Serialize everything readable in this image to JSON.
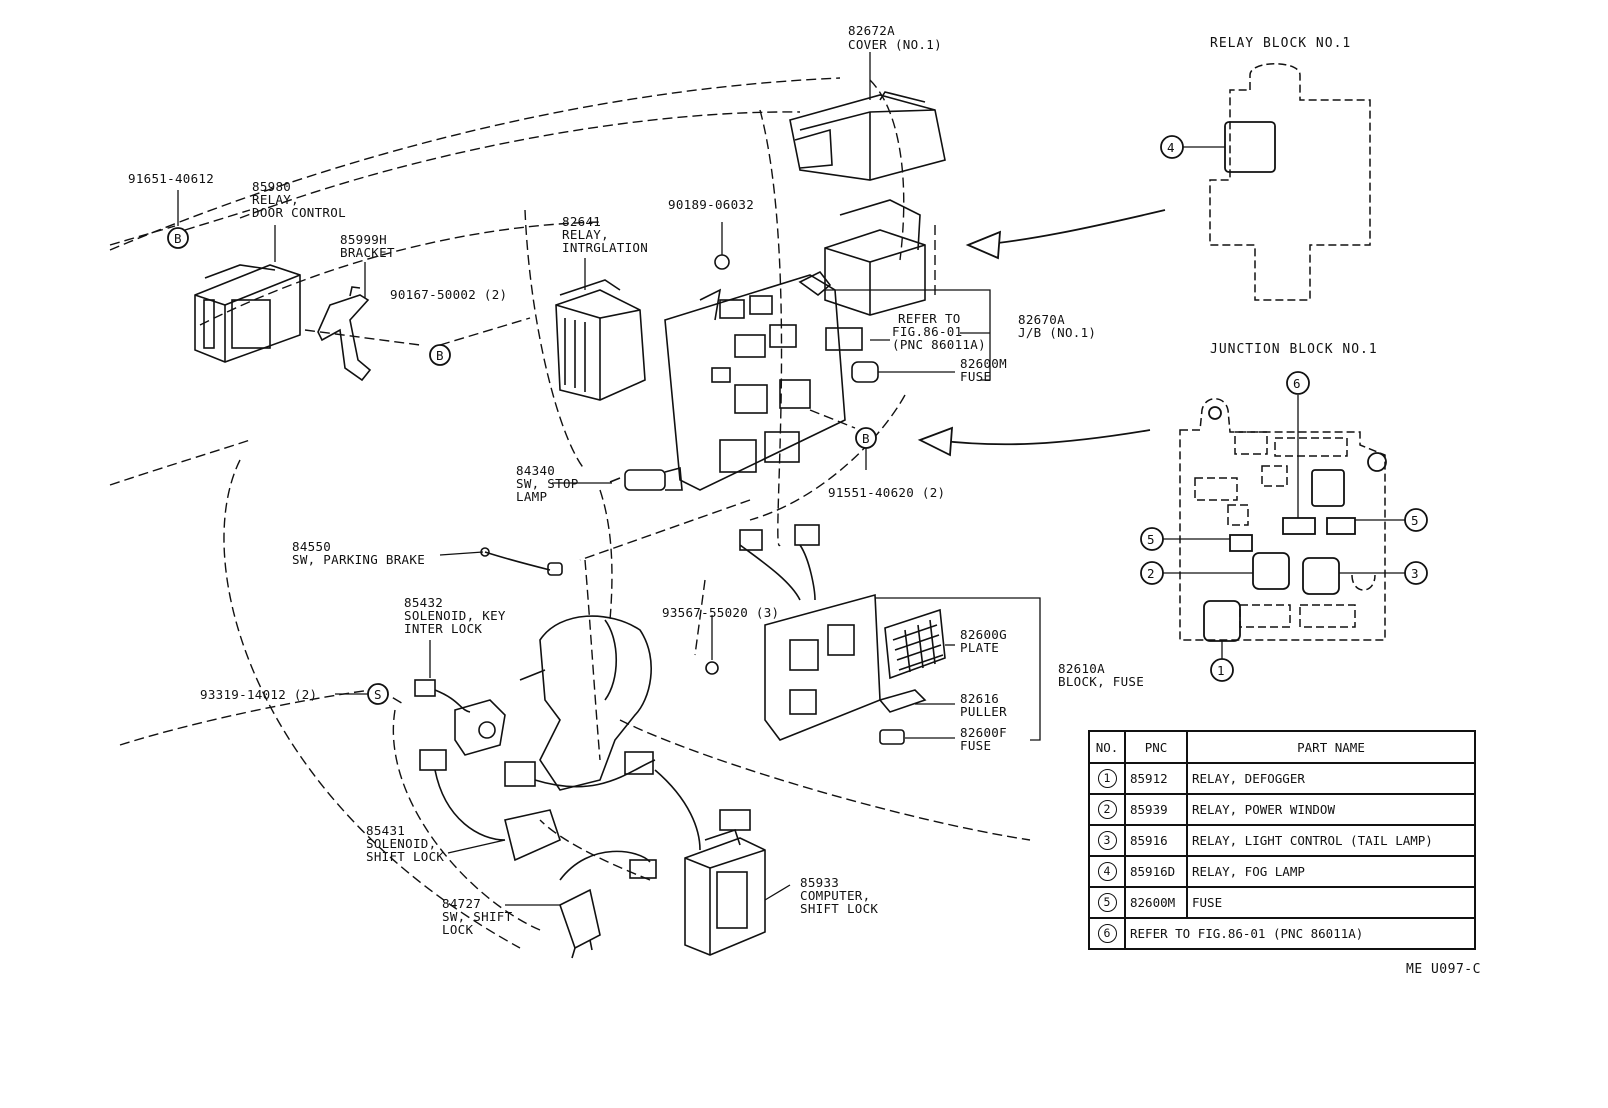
{
  "relay_block": {
    "title": "RELAY BLOCK NO.1",
    "callouts": [
      "4"
    ]
  },
  "junction_block": {
    "title": "JUNCTION BLOCK NO.1",
    "callouts": [
      "6",
      "5",
      "5",
      "2",
      "3",
      "1"
    ]
  },
  "labels": {
    "cover_no": "82672A",
    "cover_name": "COVER (NO.1)",
    "bolt1_no": "91651-40612",
    "door_relay_no": "85980",
    "door_relay_name1": "RELAY,",
    "door_relay_name2": "DOOR CONTROL",
    "bracket_no": "85999H",
    "bracket_name": "BRACKET",
    "screw_no": "90167-50002 (2)",
    "intrg_relay_no": "82641",
    "intrg_relay_name1": "RELAY,",
    "intrg_relay_name2": "INTRGLATION",
    "clip_no": "90189-06032",
    "refer1": "REFER TO",
    "refer2": "FIG.86-01",
    "refer3": "(PNC 86011A)",
    "jb_no": "82670A",
    "jb_name": "J/B (NO.1)",
    "fuse_m_no": "82600M",
    "fuse_m_name": "FUSE",
    "stop_sw_no": "84340",
    "stop_sw_name1": "SW, STOP",
    "stop_sw_name2": "LAMP",
    "bolt2_no": "91551-40620 (2)",
    "park_sw_no": "84550",
    "park_sw_name": "SW, PARKING BRAKE",
    "sol_key_no": "85432",
    "sol_key_name1": "SOLENOID, KEY",
    "sol_key_name2": "INTER LOCK",
    "nut_no": "93567-55020 (3)",
    "plate_no": "82600G",
    "plate_name": "PLATE",
    "fuseblock_no": "82610A",
    "fuseblock_name": "BLOCK, FUSE",
    "screw2_no": "93319-14012 (2)",
    "puller_no": "82616",
    "puller_name": "PULLER",
    "fuse_f_no": "82600F",
    "fuse_f_name": "FUSE",
    "sol_shift_no": "85431",
    "sol_shift_name1": "SOLENOID,",
    "sol_shift_name2": "SHIFT LOCK",
    "comp_no": "85933",
    "comp_name1": "COMPUTER,",
    "comp_name2": "SHIFT LOCK",
    "shift_sw_no": "84727",
    "shift_sw_name1": "SW, SHIFT",
    "shift_sw_name2": "LOCK",
    "mark_b": "B",
    "mark_s": "S"
  },
  "parts_table": {
    "headers": {
      "no": "NO.",
      "pnc": "PNC",
      "name": "PART NAME"
    },
    "rows": [
      {
        "no": "1",
        "pnc": "85912",
        "name": "RELAY, DEFOGGER"
      },
      {
        "no": "2",
        "pnc": "85939",
        "name": "RELAY, POWER WINDOW"
      },
      {
        "no": "3",
        "pnc": "85916",
        "name": "RELAY, LIGHT CONTROL  (TAIL LAMP)"
      },
      {
        "no": "4",
        "pnc": "85916D",
        "name": "RELAY, FOG LAMP"
      },
      {
        "no": "5",
        "pnc": "82600M",
        "name": "FUSE"
      },
      {
        "no": "6",
        "pnc": "",
        "name": "REFER TO FIG.86-01 (PNC 86011A)"
      }
    ]
  },
  "figure_code": "ME U097-C"
}
